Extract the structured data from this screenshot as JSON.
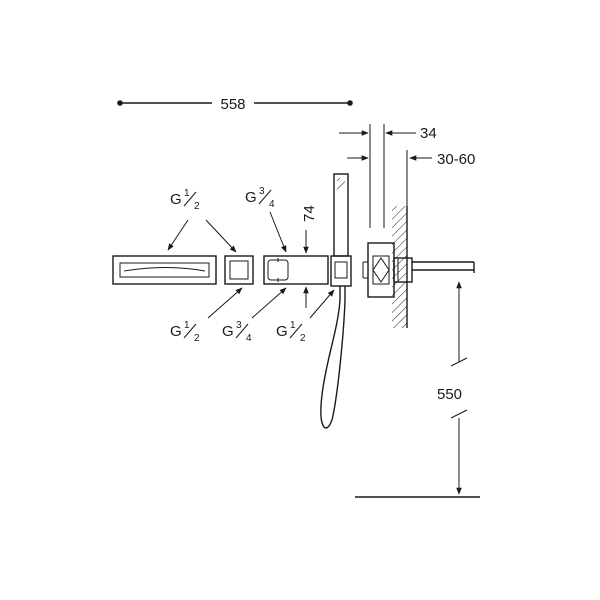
{
  "dimensions": {
    "total_width": "558",
    "depth_34": "34",
    "wall_range": "30-60",
    "height_74": "74",
    "height_550": "550"
  },
  "thread_labels": {
    "spout_g": "G",
    "spout_num": "1",
    "spout_den": "2",
    "valve_g": "G",
    "valve_num": "3",
    "valve_den": "4",
    "bottom_1_g": "G",
    "bottom_1_num": "1",
    "bottom_1_den": "2",
    "bottom_2_g": "G",
    "bottom_2_num": "3",
    "bottom_2_den": "4",
    "bottom_3_g": "G",
    "bottom_3_num": "1",
    "bottom_3_den": "2"
  }
}
